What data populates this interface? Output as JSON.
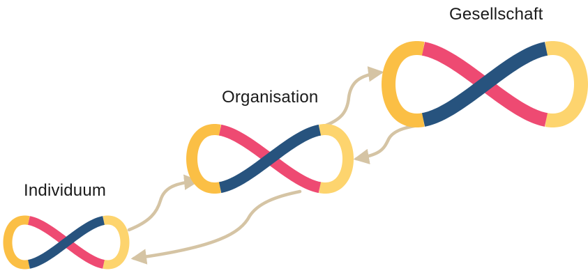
{
  "levels": {
    "individual": {
      "label": "Individuum"
    },
    "organisation": {
      "label": "Organisation"
    },
    "society": {
      "label": "Gesellschaft"
    }
  },
  "colors": {
    "yellow_left": "#FBBF45",
    "yellow_right": "#FDD46E",
    "pink": "#EE4A72",
    "navy": "#27537E",
    "arrow": "#D5C4A4"
  }
}
